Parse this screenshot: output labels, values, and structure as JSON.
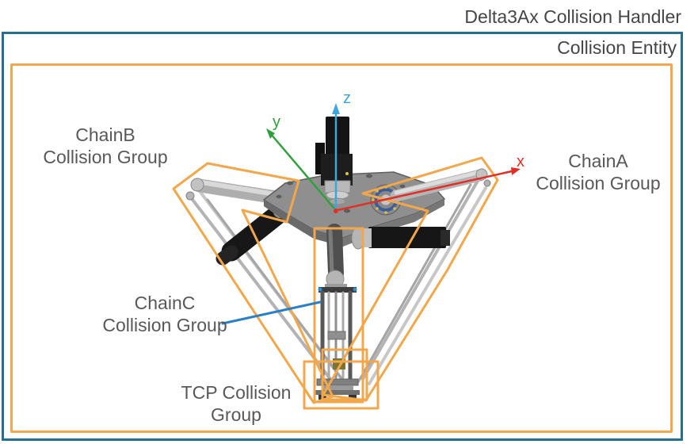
{
  "title": "Delta3Ax Collision Handler",
  "collision_entity": {
    "label": "Collision Entity"
  },
  "groups": {
    "chain_b": {
      "line1": "ChainB",
      "line2": "Collision Group"
    },
    "chain_a": {
      "line1": "ChainA",
      "line2": "Collision Group"
    },
    "chain_c": {
      "line1": "ChainC",
      "line2": "Collision Group"
    },
    "tcp": {
      "line1": "TCP Collision",
      "line2": "Group"
    }
  },
  "axes": {
    "x": {
      "label": "x",
      "color": "#E03026"
    },
    "y": {
      "label": "y",
      "color": "#2FA03C"
    },
    "z": {
      "label": "z",
      "color": "#3FA6DC"
    }
  },
  "colors": {
    "entity_border": "#266E8D",
    "group_outline": "#F3A74B",
    "label_text": "#57585a",
    "leader_line": "#2B7FC4"
  }
}
